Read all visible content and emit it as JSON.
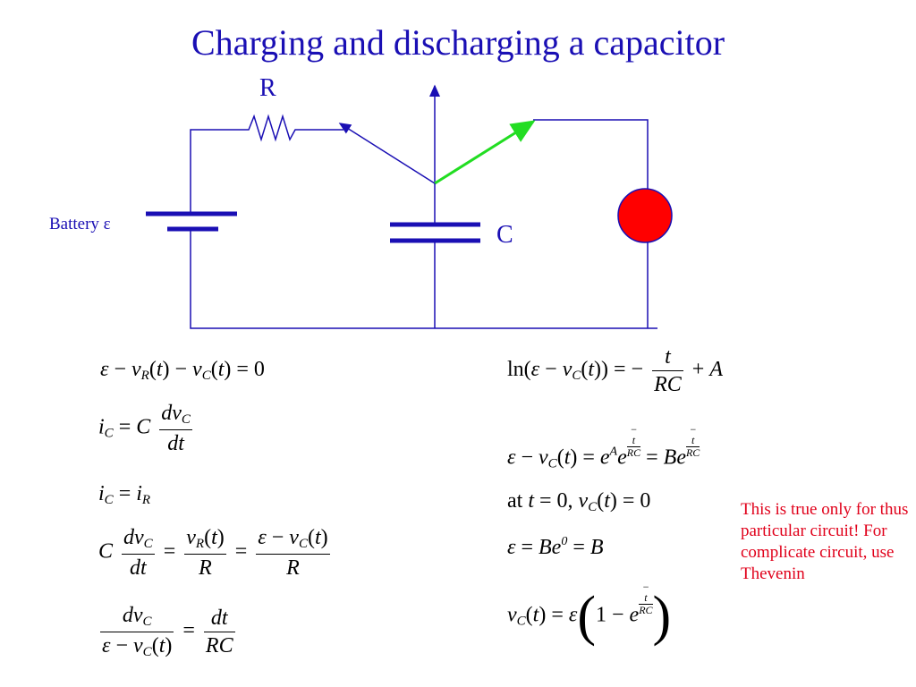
{
  "title": "Charging and discharging a capacitor",
  "circuit": {
    "resistor_label": "R",
    "capacitor_label": "C",
    "battery_label": "Battery ε",
    "colors": {
      "wire": "#1a0fb4",
      "switch_active": "#22dd22",
      "bulb": "#ff0000",
      "title": "#1a0fb4",
      "note": "#e0001a"
    }
  },
  "note": "This is true only for thus particular circuit!  For complicate circuit, use Thevenin",
  "equations_left": [
    "ε − v_R(t) − v_C(t) = 0",
    "i_C = C dv_C/dt",
    "i_C = i_R",
    "C dv_C/dt = v_R(t)/R = (ε − v_C(t))/R",
    "dv_C/(ε − v_C(t)) = dt/RC"
  ],
  "equations_right": [
    "ln(ε − v_C(t)) = − t/RC + A",
    "ε − v_C(t) = e^A e^(−t/RC) = Be^(−t/RC)",
    "at t = 0, v_C(t) = 0",
    "ε = Be^0 = B",
    "v_C(t) = ε(1 − e^(−t/RC))"
  ]
}
